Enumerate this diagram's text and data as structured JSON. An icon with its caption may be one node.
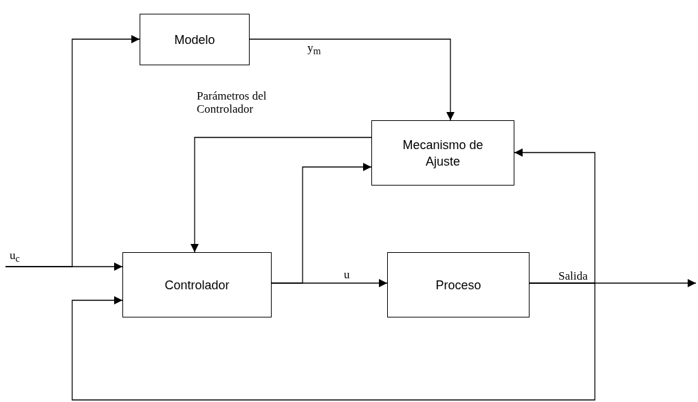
{
  "diagram": {
    "nodes": [
      {
        "text": [
          "Modelo"
        ]
      },
      {
        "text": [
          "Mecanismo de Ajuste"
        ]
      },
      {
        "text": [
          "Controlador"
        ]
      },
      {
        "text": [
          "Proceso"
        ]
      }
    ],
    "edges": [
      {
        "from": null,
        "to": 2,
        "arrow": "to",
        "label": "u$_{c}$"
      },
      {
        "from": null,
        "to": 0,
        "arrow": "to"
      },
      {
        "from": 0,
        "to": 1,
        "arrow": "to",
        "label": "y$_{m}$"
      },
      {
        "from": 1,
        "to": 2,
        "arrow": "to",
        "label": "Parámetros del Controlador"
      },
      {
        "from": 2,
        "to": 3,
        "arrow": "to",
        "label": "u"
      },
      {
        "from": 2,
        "to": 1,
        "arrow": "to"
      },
      {
        "from": 3,
        "to": null,
        "arrow": "to",
        "label": "Salida"
      },
      {
        "from": 3,
        "to": 1,
        "arrow": "to"
      },
      {
        "from": 3,
        "to": 2,
        "arrow": "to"
      }
    ]
  }
}
